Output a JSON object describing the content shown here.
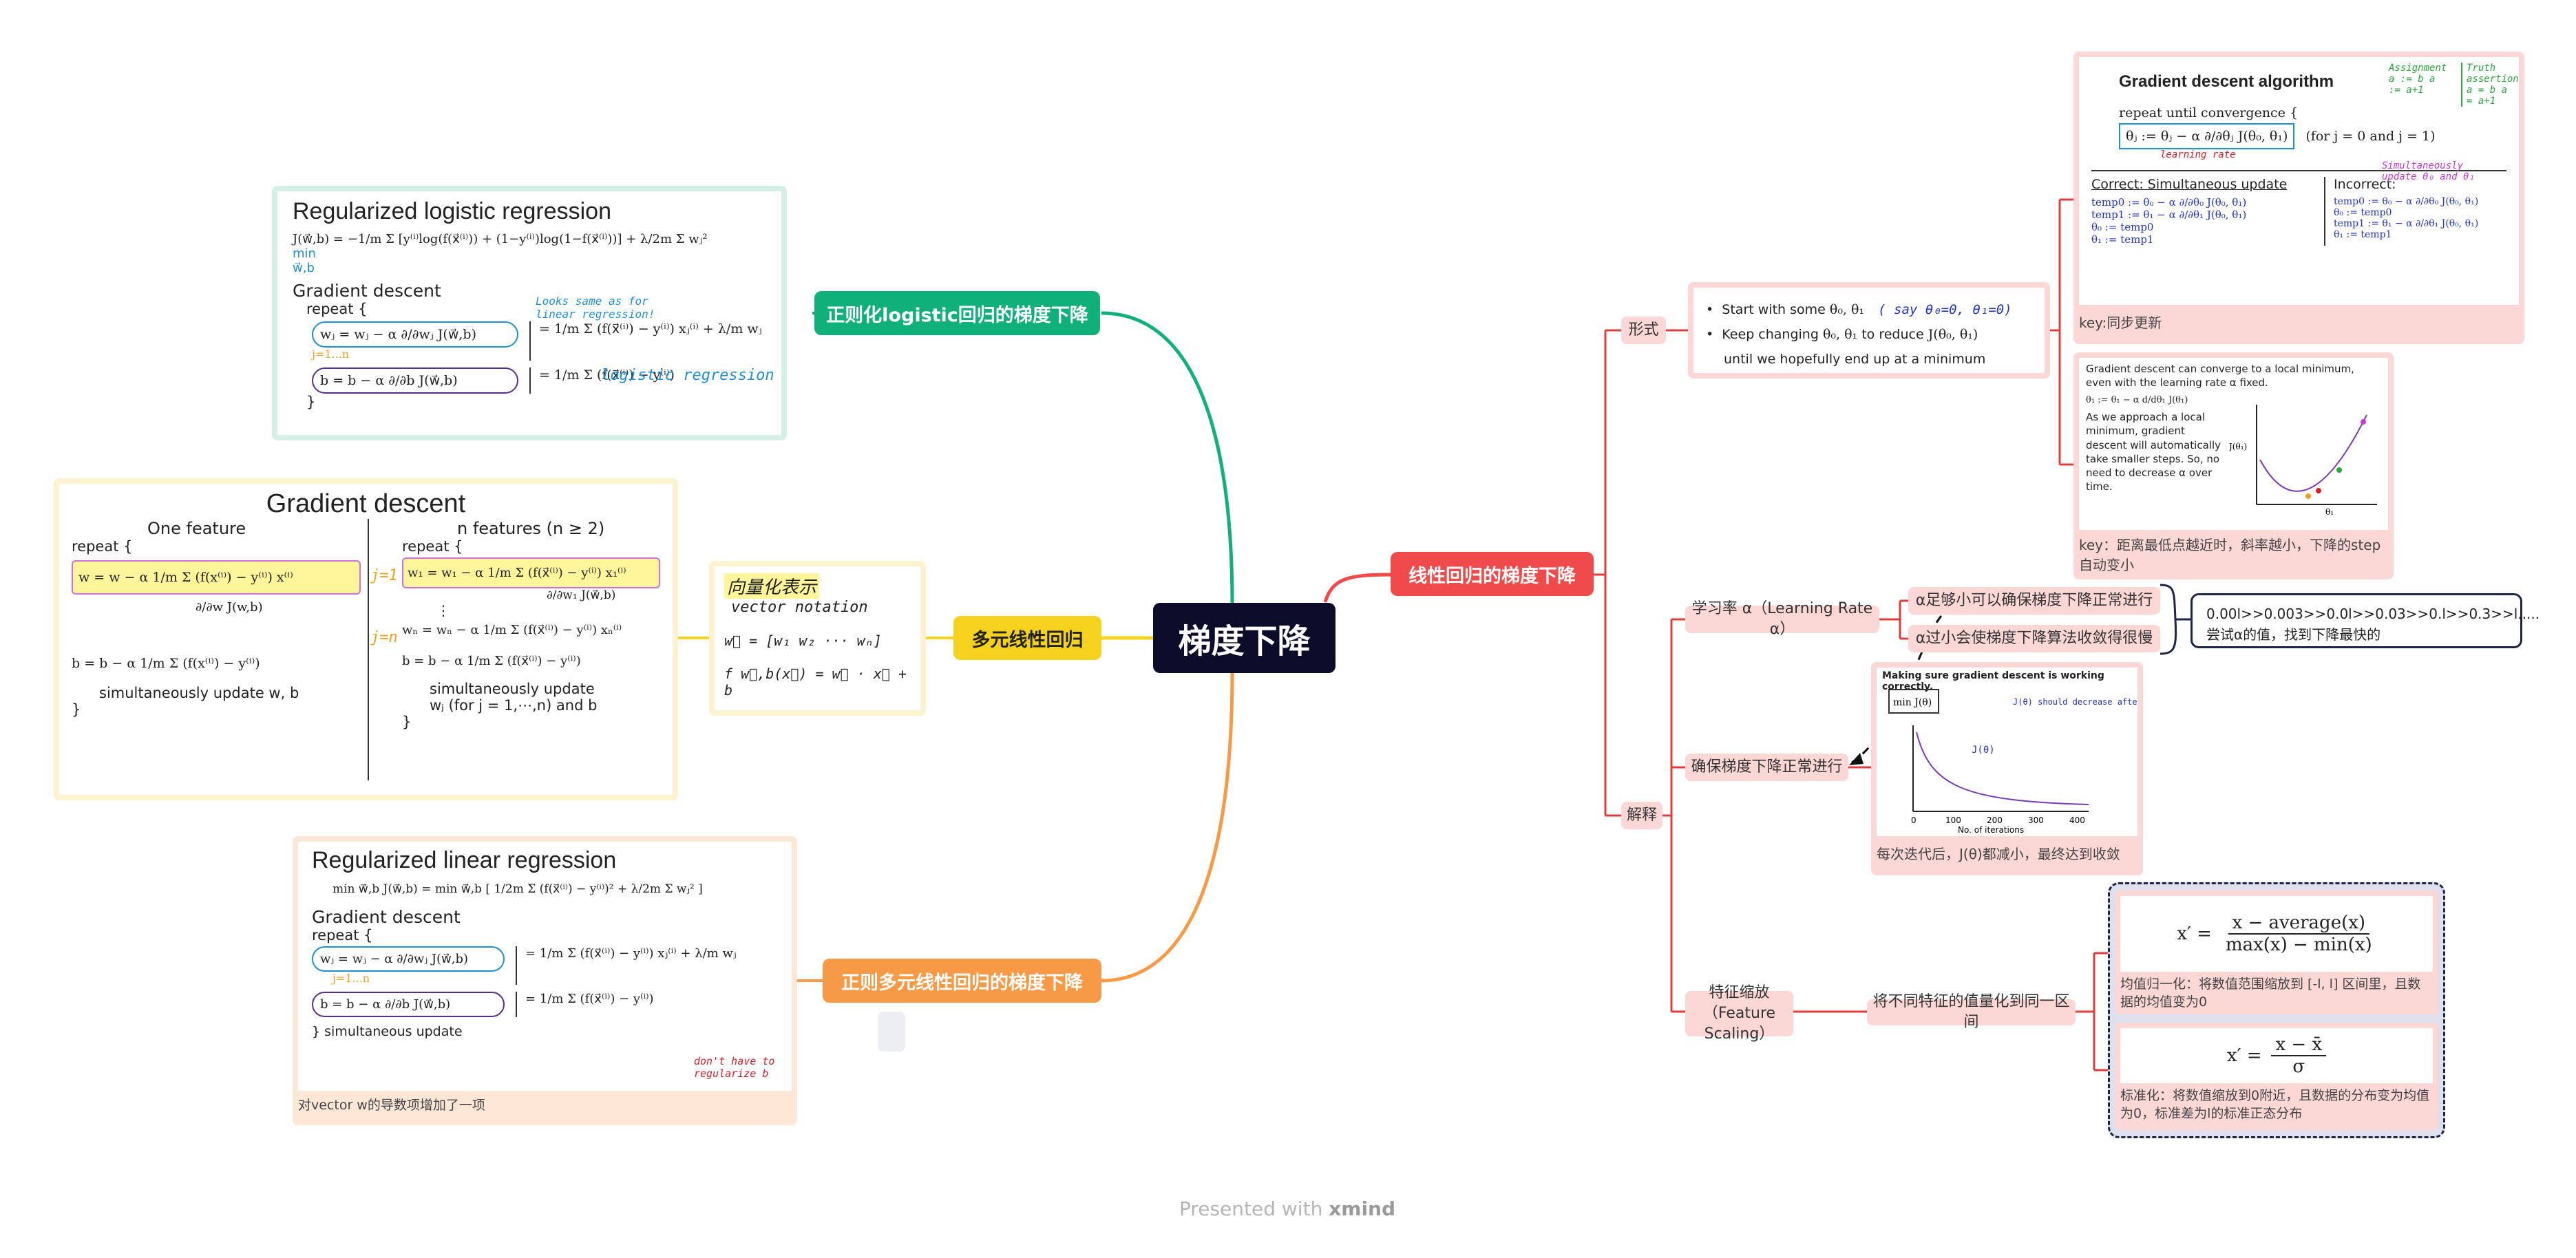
{
  "central": {
    "label": "梯度下降"
  },
  "branches": {
    "linear_gd": {
      "label": "线性回归的梯度下降",
      "color": "#f04a4a"
    },
    "reg_logistic": {
      "label": "正则化logistic回归的梯度下降",
      "color": "#10b07a"
    },
    "multi_linear": {
      "label": "多元线性回归",
      "color": "#f4d21e"
    },
    "reg_linear": {
      "label": "正则多元线性回归的梯度下降",
      "color": "#f79a45"
    }
  },
  "form": {
    "label": "形式",
    "intro_card": {
      "line1": "Start with some",
      "line1_math": "θ₀, θ₁",
      "line1_note": "( say θ₀=0, θ₁=0)",
      "line2": "Keep changing",
      "line2_math": "θ₀, θ₁",
      "line2_mid": "to reduce",
      "line2_math2": "J(θ₀, θ₁)",
      "line3": "until we hopefully end up at a minimum"
    },
    "algo_card": {
      "title": "Gradient descent algorithm",
      "repeat": "repeat until convergence {",
      "update": "θⱼ := θⱼ − α ∂/∂θⱼ J(θ₀, θ₁)",
      "for_clause": "(for j = 0 and j = 1)",
      "learning_rate_note": "learning rate",
      "assignment_note": "Assignment a := b  a := a+1",
      "truth_note": "Truth assertion a = b  a = a+1",
      "simultaneous_note": "Simultaneously update θ₀ and θ₁",
      "correct_title": "Correct: Simultaneous update",
      "correct_lines": [
        "temp0 := θ₀ − α ∂/∂θ₀ J(θ₀, θ₁)",
        "temp1 := θ₁ − α ∂/∂θ₁ J(θ₀, θ₁)",
        "θ₀ := temp0",
        "θ₁ := temp1"
      ],
      "incorrect_title": "Incorrect:",
      "incorrect_lines": [
        "temp0 := θ₀ − α ∂/∂θ₀ J(θ₀, θ₁)",
        "θ₀ := temp0",
        "temp1 := θ₁ − α ∂/∂θ₁ J(θ₀, θ₁)",
        "θ₁ := temp1"
      ],
      "caption": "key:同步更新"
    },
    "converge_card": {
      "text1": "Gradient descent can converge to a local minimum, even with the learning rate α fixed.",
      "update": "θ₁ := θ₁ − α d/dθ₁ J(θ₁)",
      "text2": "As we approach a local minimum, gradient descent will automatically take smaller steps. So, no need to decrease α over time.",
      "axis_y": "J(θ₁)",
      "axis_x": "θ₁",
      "caption": "key：距离最低点越近时，斜率越小，下降的step自动变小"
    }
  },
  "explain": {
    "label": "解释",
    "learning_rate": {
      "label": "学习率 α（Learning Rate α）",
      "small": "α足够小可以确保梯度下降正常进行",
      "large": "α过小会使梯度下降算法收敛得很慢",
      "callout_line1": "0.00l>>0.003>>0.0l>>0.03>>0.l>>0.3>>l.....",
      "callout_line2": "尝试α的值，找到下降最快的"
    },
    "ensure": {
      "label": "确保梯度下降正常进行",
      "card_title": "Making sure gradient descent is working correctly.",
      "min_label": "min J(θ)",
      "note": "J(θ) should decrease after every iteration.",
      "x_label": "No. of iterations",
      "x_ticks": [
        "0",
        "100",
        "200",
        "300",
        "400"
      ],
      "curve_label": "J(θ)",
      "caption": "每次迭代后，J(θ)都减小，最终达到收敛"
    },
    "scaling": {
      "label": "特征缩放\n（Feature Scaling）",
      "desc": "将不同特征的值量化到同一区间",
      "norm_formula_lhs": "x′ =",
      "norm_formula_num": "x − average(x)",
      "norm_formula_den": "max(x) − min(x)",
      "norm_caption": "均值归一化：将数值范围缩放到 [-l, l] 区间里，且数据的均值变为0",
      "std_formula_lhs": "x′ =",
      "std_formula_num": "x − x̄",
      "std_formula_den": "σ",
      "std_caption": "标准化：将数值缩放到0附近，且数据的分布变为均值为0，标准差为l的标准正态分布"
    }
  },
  "reg_logistic_card": {
    "title": "Regularized logistic regression",
    "cost": "J(w⃗,b) = −1/m Σ [y⁽ⁱ⁾log(f(x⃗⁽ⁱ⁾)) + (1−y⁽ⁱ⁾)log(1−f(x⃗⁽ⁱ⁾))] + λ/2m Σ wⱼ²",
    "min_label": "min w⃗,b",
    "gd_label": "Gradient descent",
    "repeat": "repeat {",
    "w_update": "wⱼ = wⱼ − α ∂/∂wⱼ J(w⃗,b)",
    "w_deriv": "= 1/m Σ (f(x⃗⁽ⁱ⁾) − y⁽ⁱ⁾) xⱼ⁽ⁱ⁾ + λ/m wⱼ",
    "j_range": "j=1...n",
    "b_update": "b = b − α ∂/∂b J(w⃗,b)",
    "b_deriv": "= 1/m Σ (f(x⃗⁽ⁱ⁾) − y⁽ⁱ⁾)",
    "close": "}",
    "note1": "Looks same as for linear regression!",
    "note2": "logistic regression"
  },
  "multi_card": {
    "title": "Gradient descent",
    "one_feature": "One feature",
    "n_features": "n features (n ≥ 2)",
    "repeat": "repeat {",
    "w_one": "w = w − α 1/m Σ (f(x⁽ⁱ⁾) − y⁽ⁱ⁾) x⁽ⁱ⁾",
    "w_one_deriv": "∂/∂w J(w,b)",
    "b_one": "b = b − α 1/m Σ (f(x⁽ⁱ⁾) − y⁽ⁱ⁾)",
    "sim_one": "simultaneously update w, b",
    "w1_n": "w₁ = w₁ − α 1/m Σ (f(x⃗⁽ⁱ⁾) − y⁽ⁱ⁾) x₁⁽ⁱ⁾",
    "w1_deriv": "∂/∂w₁ J(w⃗,b)",
    "dots": "⋮",
    "wn_n": "wₙ = wₙ − α 1/m Σ (f(x⃗⁽ⁱ⁾) − y⁽ⁱ⁾) xₙ⁽ⁱ⁾",
    "b_n": "b = b − α 1/m Σ (f(x⃗⁽ⁱ⁾) − y⁽ⁱ⁾)",
    "sim_n": "simultaneously update",
    "sim_n2": "wⱼ (for j = 1,⋯,n) and b",
    "j1": "j=1",
    "jn": "j=n",
    "close": "}"
  },
  "vector_card": {
    "title": "向量化表示",
    "subtitle": "vector notation",
    "w_def": "w⃗ = [w₁ w₂ ··· wₙ]",
    "f_def": "f w⃗,b(x⃗) = w⃗ · x⃗ + b"
  },
  "reg_linear_card": {
    "title": "Regularized linear regression",
    "cost": "min w⃗,b J(w⃗,b) = min w⃗,b [ 1/2m Σ (f(x⃗⁽ⁱ⁾) − y⁽ⁱ⁾)² + λ/2m Σ wⱼ² ]",
    "gd_label": "Gradient descent",
    "repeat": "repeat {",
    "w_update": "wⱼ = wⱼ − α ∂/∂wⱼ J(w⃗,b)",
    "w_deriv": "= 1/m Σ (f(x⃗⁽ⁱ⁾) − y⁽ⁱ⁾) xⱼ⁽ⁱ⁾ + λ/m wⱼ",
    "j_range": "j=1...n",
    "b_update": "b = b − α ∂/∂b J(w⃗,b)",
    "b_deriv": "= 1/m Σ (f(x⃗⁽ⁱ⁾) − y⁽ⁱ⁾)",
    "close": "} simultaneous update",
    "note": "don't have to regularize b",
    "caption": "对vector w的导数项增加了一项"
  },
  "footer": {
    "prefix": "Presented with",
    "brand": "xmind"
  }
}
